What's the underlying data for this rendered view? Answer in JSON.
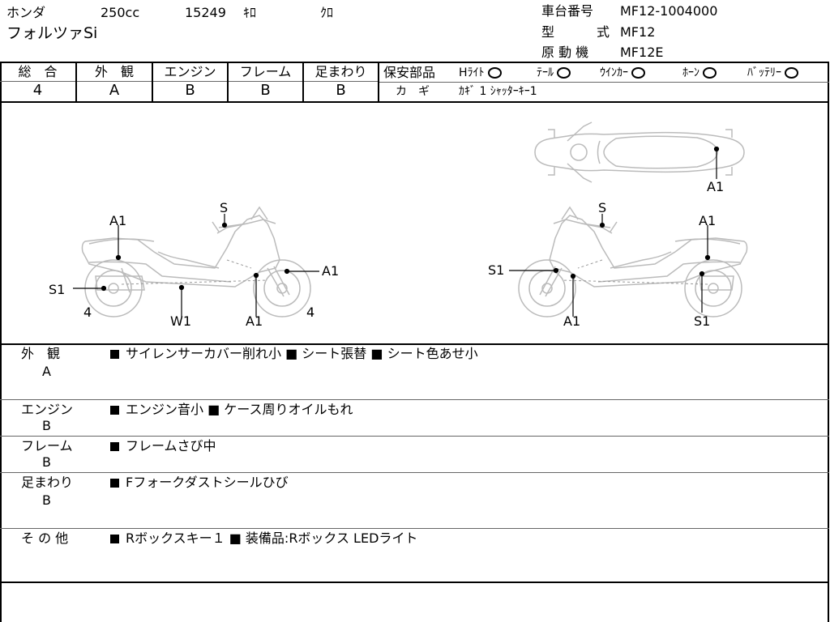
{
  "header": {
    "maker": "ホンダ",
    "displacement": "250cc",
    "mileage": "15249",
    "mileage_unit": "ｷﾛ",
    "color": "ｸﾛ",
    "model_name": "フォルツァSi",
    "frame_no_label": "車台番号",
    "frame_no": "MF12-1004000",
    "type_label_1": "型",
    "type_label_2": "式",
    "type_value": "MF12",
    "engine_label": "原 動 機",
    "engine_value": "MF12E"
  },
  "grades": {
    "total_label": "総　合",
    "total": "4",
    "exterior_label": "外　観",
    "exterior": "A",
    "engine_label": "エンジン",
    "engine": "B",
    "frame_label": "フレーム",
    "frame": "B",
    "suspension_label": "足まわり",
    "suspension": "B"
  },
  "safety": {
    "label": "保安部品",
    "items": [
      "Hﾗｲﾄ",
      "ﾃｰﾙ",
      "ｳｲﾝｶｰ",
      "ﾎｰﾝ",
      "ﾊﾞｯﾃﾘｰ"
    ],
    "key_label": "カ　ギ",
    "key_value": "ｶｷﾞ 1  ｼｬｯﾀｰｷｰ1"
  },
  "diagram": {
    "left": {
      "s_top": "S",
      "a1_top": "A1",
      "s1": "S1",
      "a1_right": "A1",
      "num_left": "4",
      "w1": "W1",
      "a1_bottom": "A1",
      "num_right": "4"
    },
    "right": {
      "s_top": "S",
      "a1_top": "A1",
      "s1": "S1",
      "a1_bottom": "A1",
      "s1_bottom": "S1"
    },
    "top_view": {
      "a1": "A1"
    }
  },
  "remarks": [
    {
      "label": "外　観",
      "grade": "A",
      "text": "サイレンサーカバー削れ小 ■ シート張替 ■ シート色あせ小"
    },
    {
      "label": "エンジン",
      "grade": "B",
      "text": "エンジン音小 ■ ケース周りオイルもれ"
    },
    {
      "label": "フレーム",
      "grade": "B",
      "text": "フレームさび中"
    },
    {
      "label": "足まわり",
      "grade": "B",
      "text": "Fフォークダストシールひび"
    },
    {
      "label": "そ の 他",
      "grade": "",
      "text": "Rボックスキー１ ■ 装備品:Rボックス LEDライト"
    }
  ]
}
